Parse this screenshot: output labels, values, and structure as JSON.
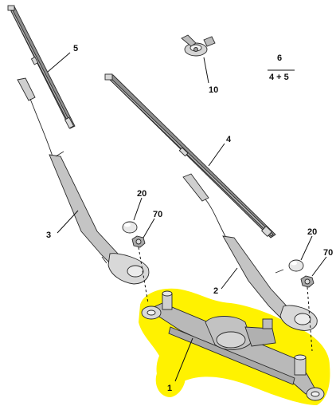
{
  "diagram": {
    "highlight_color": "#fff200",
    "part_color": "#bdbdbd",
    "line_color": "#111111",
    "callouts": {
      "c1": "1",
      "c2": "2",
      "c3": "3",
      "c4": "4",
      "c5": "5",
      "c6": "6",
      "c10": "10",
      "c20a": "20",
      "c20b": "20",
      "c70a": "70",
      "c70b": "70",
      "kit_formula": "4 + 5"
    }
  }
}
